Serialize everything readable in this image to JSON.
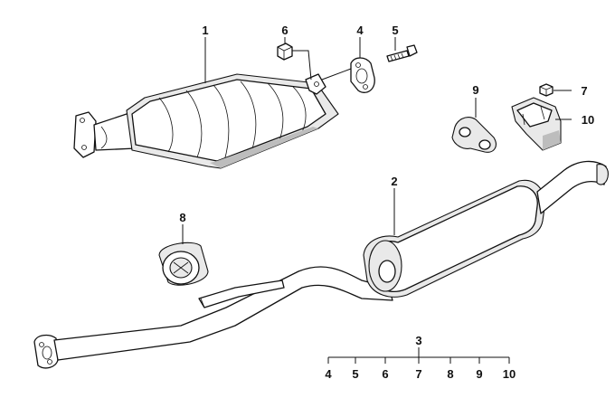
{
  "diagram": {
    "callouts": [
      {
        "id": "c1",
        "text": "1"
      },
      {
        "id": "c2",
        "text": "2"
      },
      {
        "id": "c3",
        "text": "3"
      },
      {
        "id": "c4",
        "text": "4"
      },
      {
        "id": "c5",
        "text": "5"
      },
      {
        "id": "c6",
        "text": "6"
      },
      {
        "id": "c7",
        "text": "7"
      },
      {
        "id": "c8",
        "text": "8"
      },
      {
        "id": "c9",
        "text": "9"
      },
      {
        "id": "c10",
        "text": "10"
      }
    ],
    "kit_row": [
      "4",
      "5",
      "6",
      "7",
      "8",
      "9",
      "10"
    ]
  }
}
